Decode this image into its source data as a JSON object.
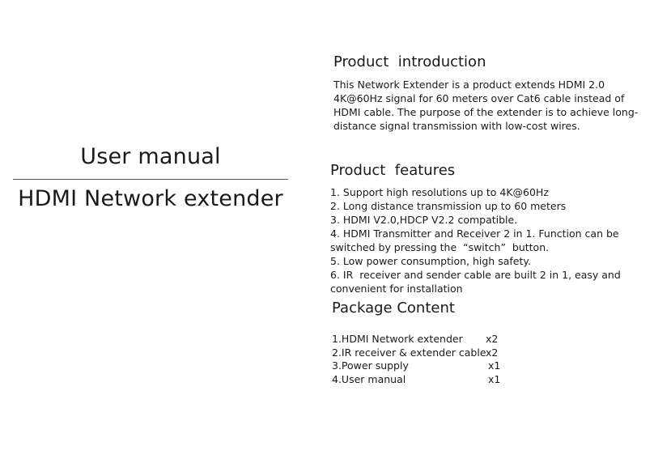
{
  "cover": {
    "title": "User manual",
    "subtitle": "HDMI Network extender"
  },
  "introduction": {
    "heading": "Product  introduction",
    "text": "This Network Extender is a product extends HDMI 2.0 4K@60Hz signal for 60 meters over Cat6 cable instead of HDMI cable. The purpose of the extender is to achieve long-distance signal transmission with low-cost wires."
  },
  "features": {
    "heading": "Product  features",
    "lines": [
      "1. Support high resolutions up to 4K@60Hz",
      "2. Long distance transmission up to 60 meters",
      "3. HDMI V2.0,HDCP V2.2 compatible.",
      "4. HDMI Transmitter and Receiver 2 in 1. Function can be",
      "switched by pressing the  “switch”  button.",
      "5. Low power consumption, high safety.",
      "6. IR  receiver and sender cable are built 2 in 1, easy and",
      "convenient for installation"
    ]
  },
  "package": {
    "heading": "Package Content",
    "items": [
      {
        "name": "1.HDMI Network extender",
        "qty": "x2"
      },
      {
        "name": "2.IR receiver & extender cable",
        "qty": "x2"
      },
      {
        "name": "3.Power supply",
        "qty": "x1"
      },
      {
        "name": "4.User manual",
        "qty": "x1"
      }
    ]
  }
}
